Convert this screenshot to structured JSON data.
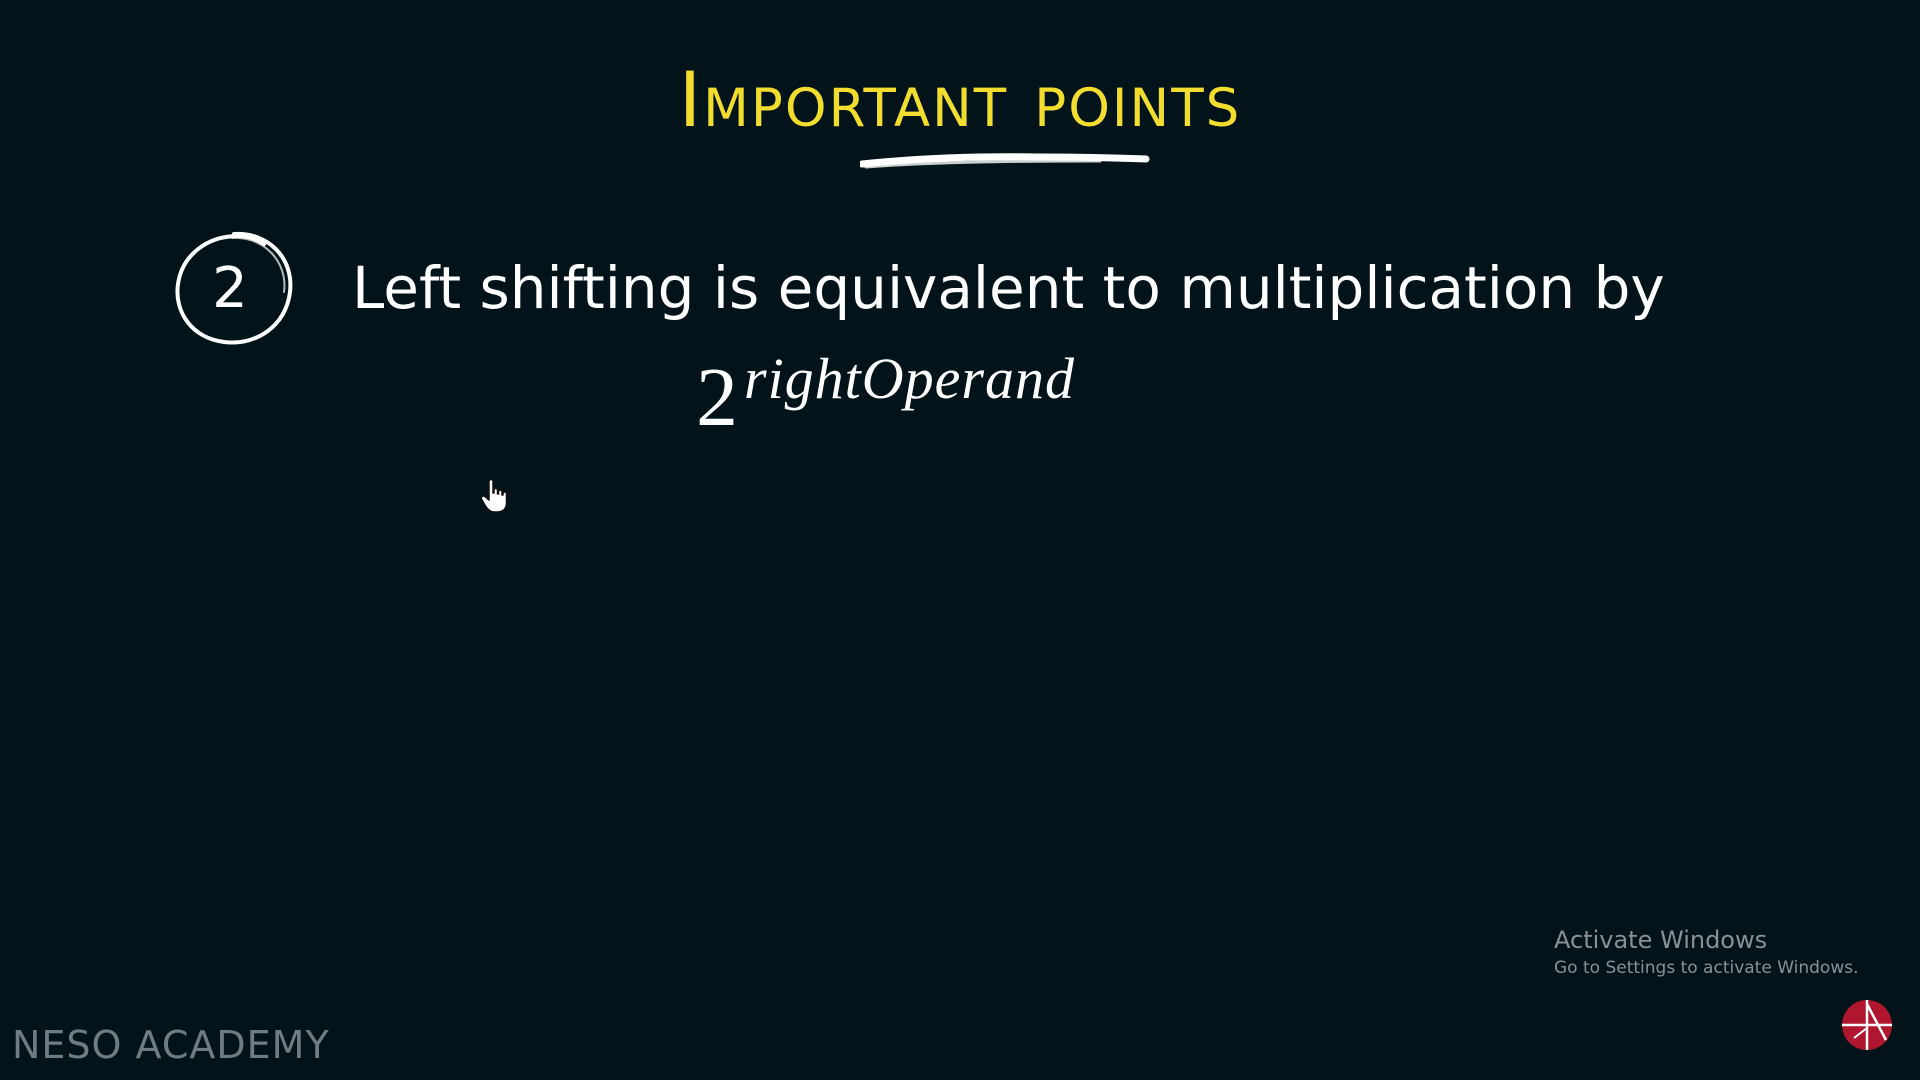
{
  "slide": {
    "title": "Important points",
    "point": {
      "number": "2",
      "text": "Left shifting is equivalent to multiplication by"
    },
    "formula": {
      "base": "2",
      "exponent": "rightOperand"
    }
  },
  "watermark": {
    "title": "Activate Windows",
    "subtitle": "Go to Settings to activate Windows."
  },
  "brand": {
    "name": "NESO ACADEMY"
  },
  "colors": {
    "background": "#02141a",
    "title": "#f2dd2e",
    "text": "#ffffff",
    "watermark": "#8a9196",
    "logo": "#b0172f"
  },
  "icons": {
    "cursor": "hand-pointer-icon",
    "logo": "neso-logo-icon"
  }
}
